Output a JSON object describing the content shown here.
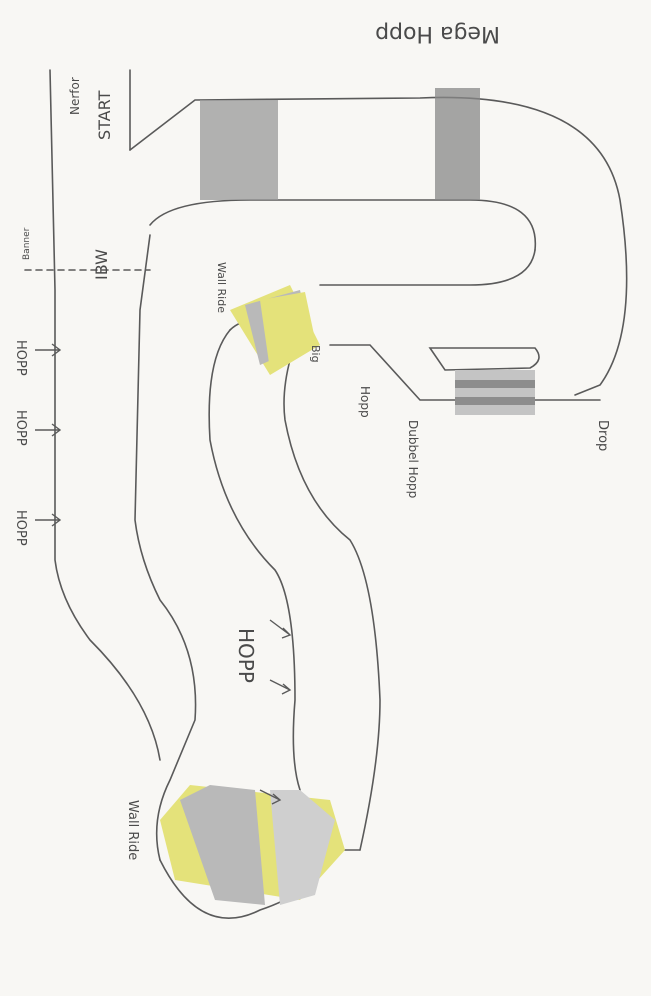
{
  "labels": {
    "mega_hopp": "Mega Hopp",
    "start": "START",
    "nedfor": "Nerfor",
    "bana": "Banner",
    "ibw": "IBW",
    "hopp_left_1": "HOPP",
    "hopp_left_2": "HOPP",
    "hopp_left_3": "HOPP",
    "wall_ride_top": "Wall Ride",
    "big": "Big",
    "hopp_mid": "Hopp",
    "dubbel_hopp": "Dubbel Hopp",
    "drop": "Drop",
    "hopp_center": "HOPP",
    "wall_ride_bottom": "Wall Ride"
  },
  "colors": {
    "pencil": "#4a4a4a",
    "yellow": "#e4e27a",
    "gray_band": "#b9b9b9",
    "hatch": "#8a8a8a"
  }
}
